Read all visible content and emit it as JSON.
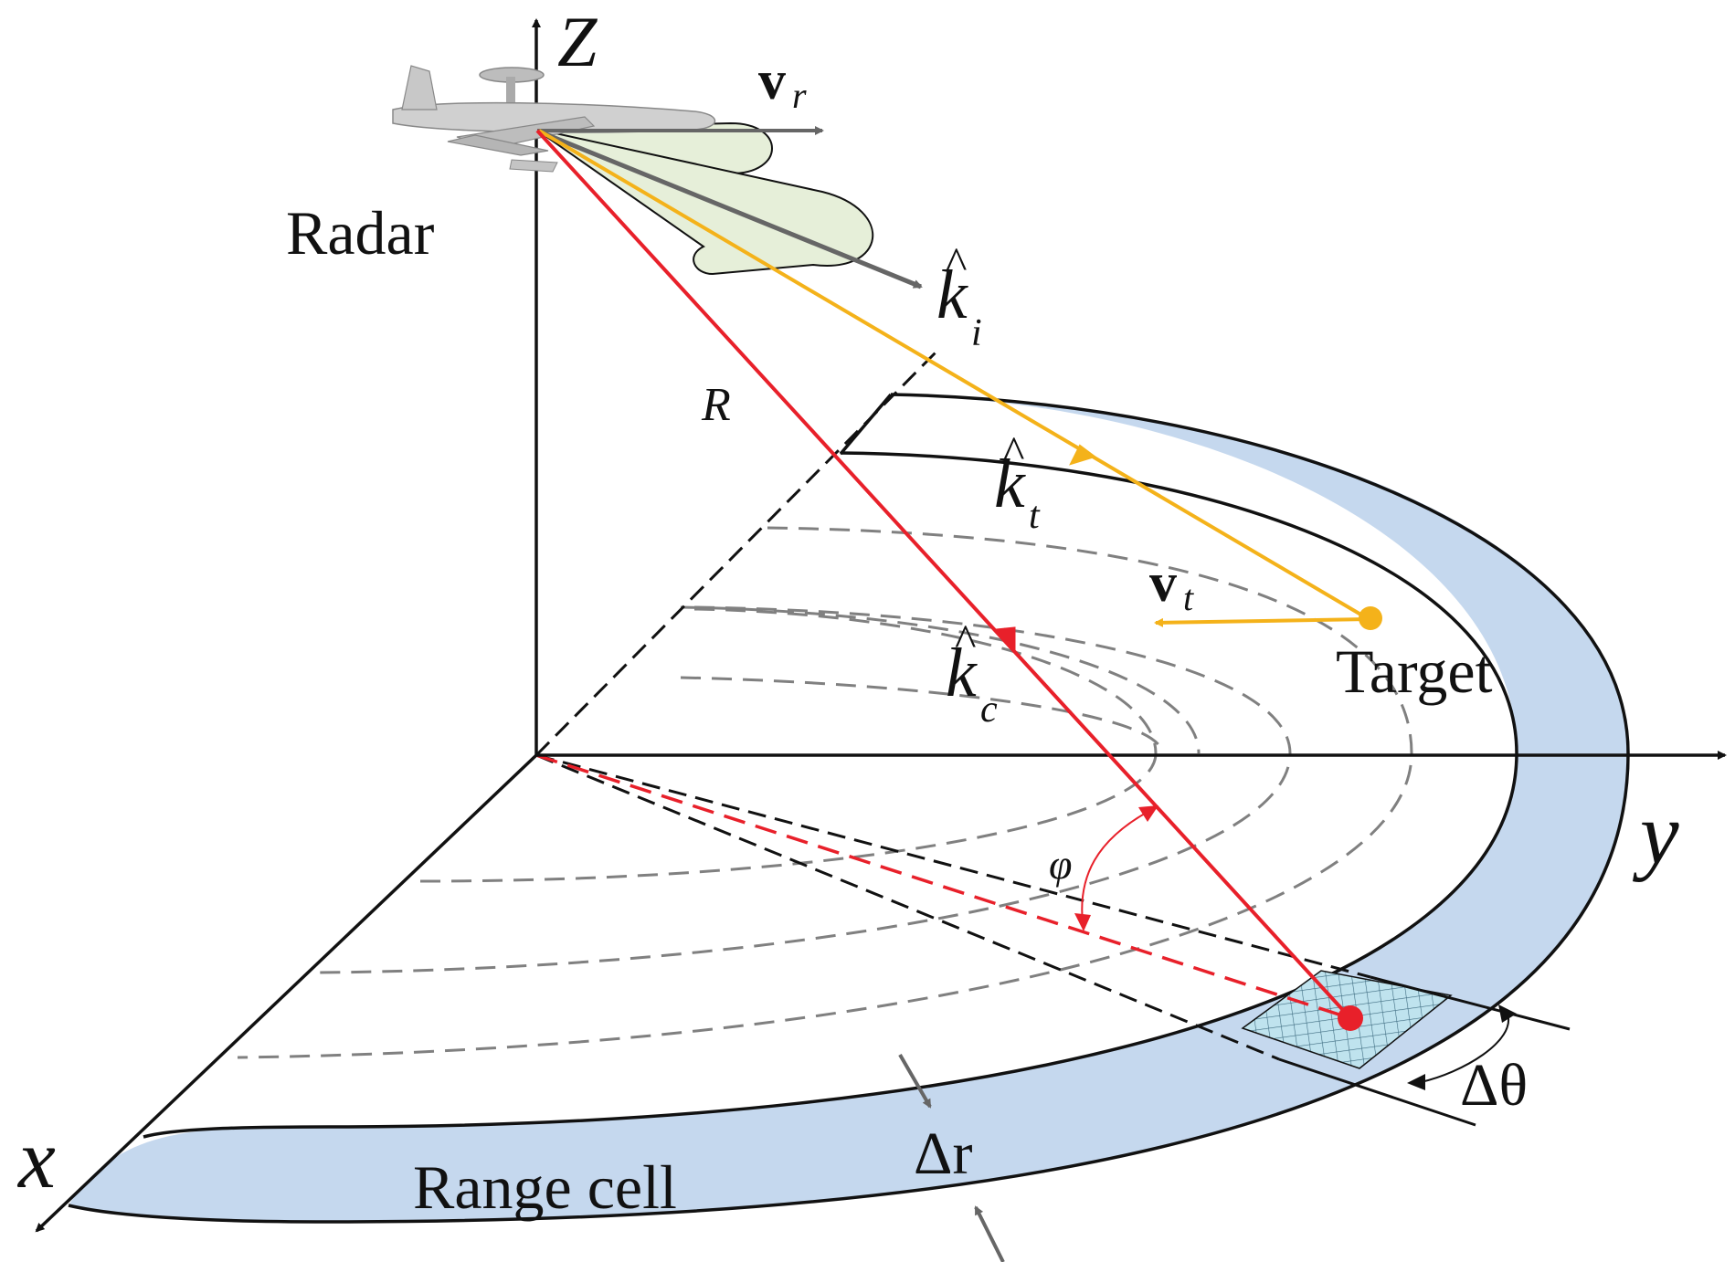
{
  "labels": {
    "z_axis": "Z",
    "y_axis": "y",
    "x_axis": "x",
    "radar": "Radar",
    "target": "Target",
    "range_cell": "Range cell",
    "R": "R",
    "phi": "φ",
    "delta_r": "Δr",
    "delta_theta": "Δθ",
    "v_r": {
      "main": "v",
      "sub": "r"
    },
    "v_t": {
      "main": "v",
      "sub": "t"
    },
    "k_i": {
      "main": "k",
      "sub": "i"
    },
    "k_t": {
      "main": "k",
      "sub": "t"
    },
    "k_c": {
      "main": "k",
      "sub": "c"
    }
  },
  "colors": {
    "axis": "#111111",
    "range_band": "#c5d8ee",
    "resolution_cell": "#bfe3ee",
    "beam_fill": "#e6efd9",
    "beam_axis": "#666666",
    "clutter_ray": "#e8202a",
    "target_ray": "#f4b21a",
    "dashed_contour": "#808080"
  },
  "icons": {
    "aircraft": "awacs-aircraft-icon",
    "target_marker": "target-dot-icon",
    "clutter_patch_marker": "clutter-patch-dot-icon"
  }
}
